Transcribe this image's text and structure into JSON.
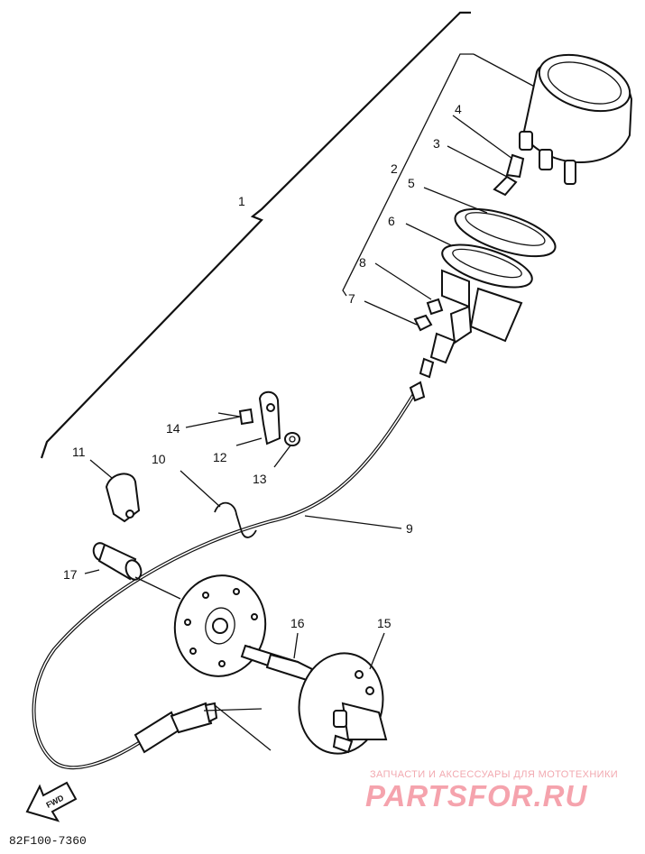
{
  "diagram": {
    "callouts": {
      "c1": "1",
      "c2": "2",
      "c3": "3",
      "c4": "4",
      "c5": "5",
      "c6": "6",
      "c7": "7",
      "c8": "8",
      "c9": "9",
      "c10": "10",
      "c11": "11",
      "c12": "12",
      "c13": "13",
      "c14": "14",
      "c15": "15",
      "c16": "16",
      "c17": "17"
    },
    "fwd_label": "FWD",
    "drawing_code": "82F100-7360"
  },
  "watermark": {
    "tagline": "ЗАПЧАСТИ И АКСЕССУАРЫ ДЛЯ МОТОТЕХНИКИ",
    "brand": "PARTSFOR.RU"
  }
}
